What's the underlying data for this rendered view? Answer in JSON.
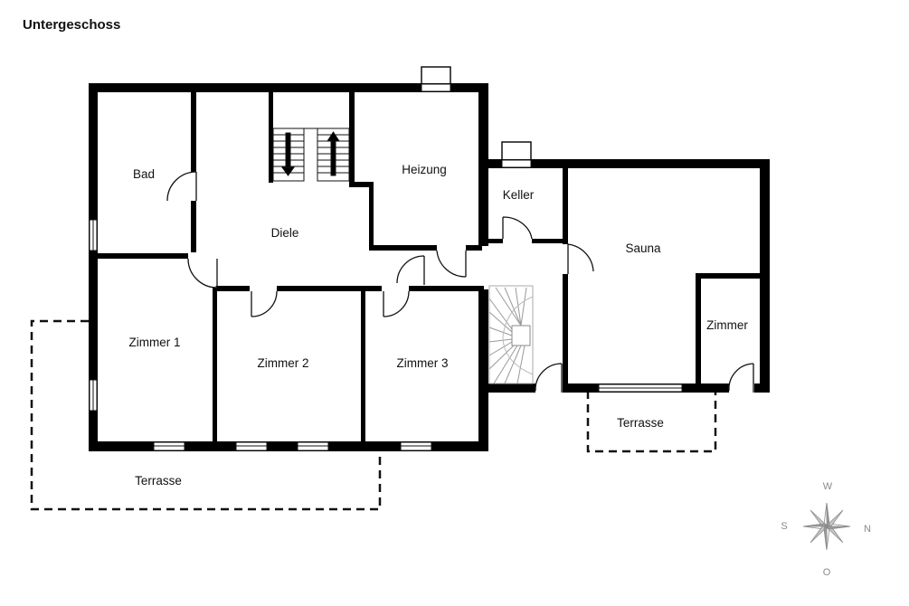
{
  "title": "Untergeschoss",
  "rooms": {
    "bad": "Bad",
    "diele": "Diele",
    "heizung": "Heizung",
    "keller": "Keller",
    "sauna": "Sauna",
    "zimmer1": "Zimmer 1",
    "zimmer2": "Zimmer 2",
    "zimmer3": "Zimmer 3",
    "zimmer": "Zimmer",
    "terrasse_west": "Terrasse",
    "terrasse_east": "Terrasse"
  },
  "compass": {
    "top": "W",
    "left": "S",
    "right": "N",
    "bottom": "O"
  },
  "colors": {
    "wall": "#000000",
    "line": "#111111",
    "compass": "#8a8a8a"
  }
}
